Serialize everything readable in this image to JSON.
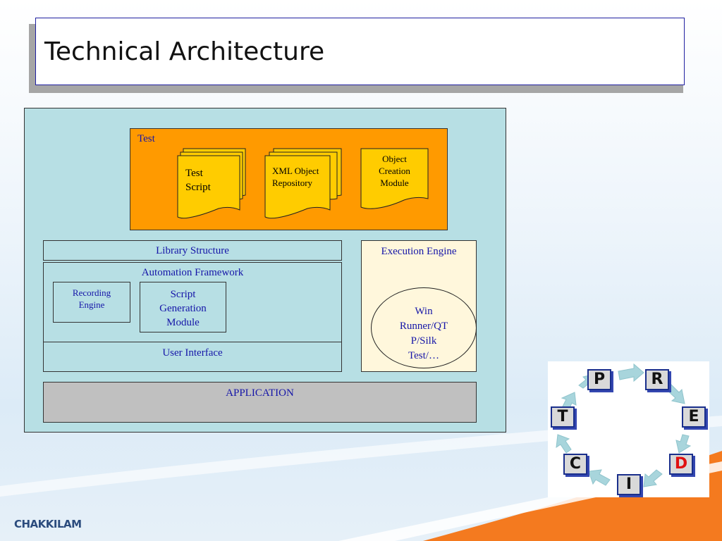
{
  "slide": {
    "title": "Technical Architecture",
    "brand": "CHAKKILAM"
  },
  "diagram": {
    "test_group_label": "Test",
    "test_script": [
      "Test",
      "Script"
    ],
    "xml_repo": [
      "XML Object",
      "Repository"
    ],
    "object_creation": [
      "Object",
      "Creation",
      "Module"
    ],
    "library_structure": "Library Structure",
    "automation_framework": "Automation Framework",
    "recording_engine": [
      "Recording",
      "Engine"
    ],
    "script_generation": [
      "Script",
      "Generation",
      "Module"
    ],
    "user_interface": "User Interface",
    "execution_engine": "Execution Engine",
    "tools": [
      "Win",
      "Runner/QT",
      "P/Silk",
      "Test/…"
    ],
    "application": "APPLICATION"
  },
  "logo": {
    "letters": [
      "P",
      "R",
      "E",
      "D",
      "I",
      "C",
      "T"
    ],
    "highlight_letter_color": "#e01010"
  },
  "colors": {
    "diagram_bg": "#b7dfe4",
    "test_bg": "#ff9a00",
    "doc_fill": "#ffcc00",
    "exec_bg": "#fff7dc",
    "app_bg": "#c0c0c0",
    "label_blue": "#1515a8"
  }
}
